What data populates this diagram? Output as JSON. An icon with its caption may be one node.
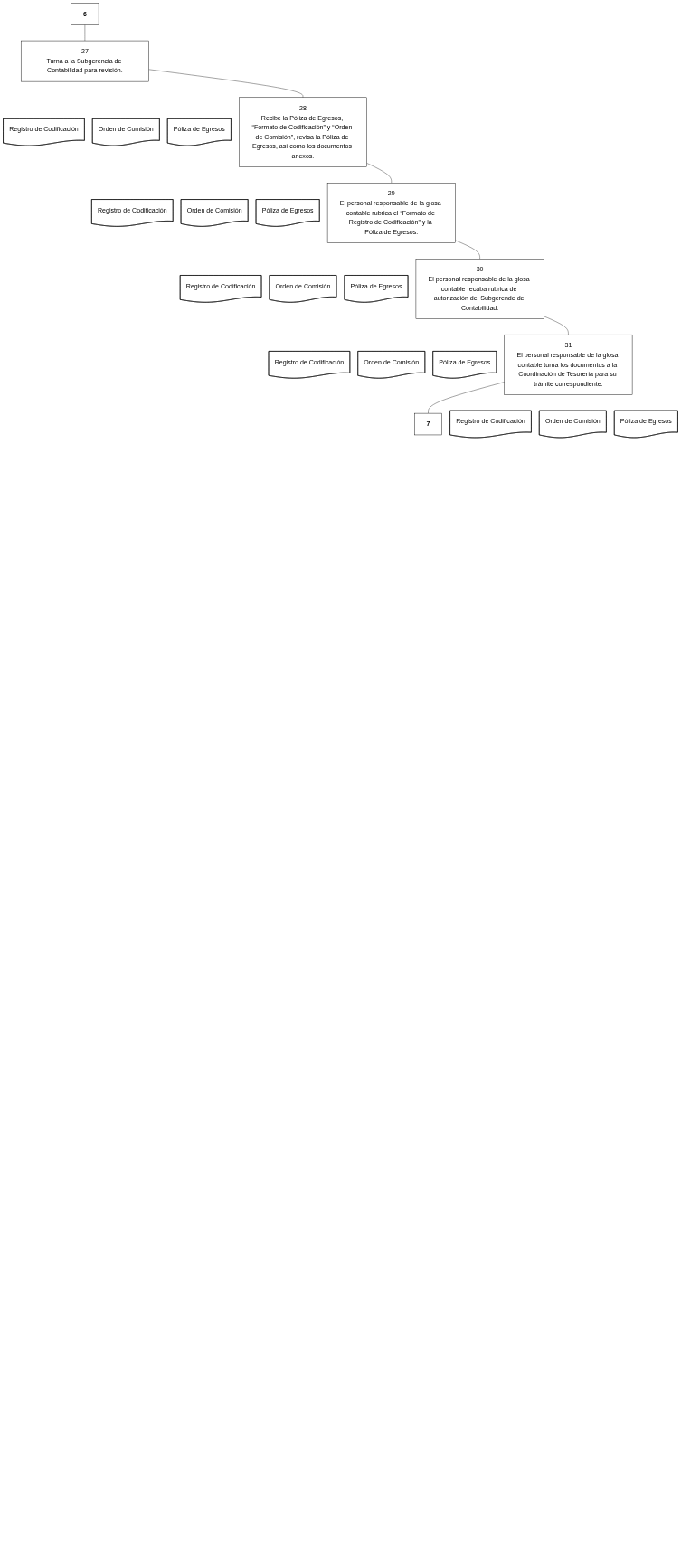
{
  "diagram": {
    "nodes": [
      {
        "text": [
          "6"
        ]
      },
      {
        "text": [
          "27",
          "Turna a la Subgerencia de Contabilidad para revisión."
        ]
      },
      {
        "text": [
          "Registro de Codificación"
        ]
      },
      {
        "text": [
          "Orden de Comisión"
        ]
      },
      {
        "text": [
          "Póliza de Egresos"
        ]
      },
      {
        "text": [
          "28",
          "Recibe la Póliza de Egresos, “Formato de Codificación” y “Orden de Comisión”, revisa la Póliza de Egresos, así como los documentos anexos."
        ]
      },
      {
        "text": [
          "Registro de Codificación"
        ]
      },
      {
        "text": [
          "Orden de Comisión"
        ]
      },
      {
        "text": [
          "Póliza de Egresos"
        ]
      },
      {
        "text": [
          "29",
          "El personal responsable de la glosa contable rubrica el “Formato de Registro de Codificación” y la Póliza de Egresos."
        ]
      },
      {
        "text": [
          "Registro de Codificación"
        ]
      },
      {
        "text": [
          "Orden de Comisión"
        ]
      },
      {
        "text": [
          "Póliza de Egresos"
        ]
      },
      {
        "text": [
          "30",
          "El personal responsable de la glosa contable recaba rubrica de autorización del Subgerende de Contabilidad."
        ]
      },
      {
        "text": [
          "Registro de Codificación"
        ]
      },
      {
        "text": [
          "Orden de Comisión"
        ]
      },
      {
        "text": [
          "Póliza de Egresos"
        ]
      },
      {
        "text": [
          "31",
          "El personal responsable de la glosa contable turna los documentos a la Coordinación de Tesorería para su trámite correspondiente."
        ]
      },
      {
        "text": [
          "Registro de Codificación"
        ]
      },
      {
        "text": [
          "Orden de Comisión"
        ]
      },
      {
        "text": [
          "Póliza de Egresos"
        ]
      },
      {
        "text": [
          "7"
        ]
      }
    ],
    "edges": [
      {
        "from": 0,
        "to": 1,
        "arrow": "none"
      },
      {
        "from": 1,
        "to": 5,
        "arrow": "none"
      },
      {
        "from": 5,
        "to": 9,
        "arrow": "none"
      },
      {
        "from": 9,
        "to": 13,
        "arrow": "none"
      },
      {
        "from": 13,
        "to": 17,
        "arrow": "none"
      },
      {
        "from": 17,
        "to": 21,
        "arrow": "none"
      }
    ]
  }
}
